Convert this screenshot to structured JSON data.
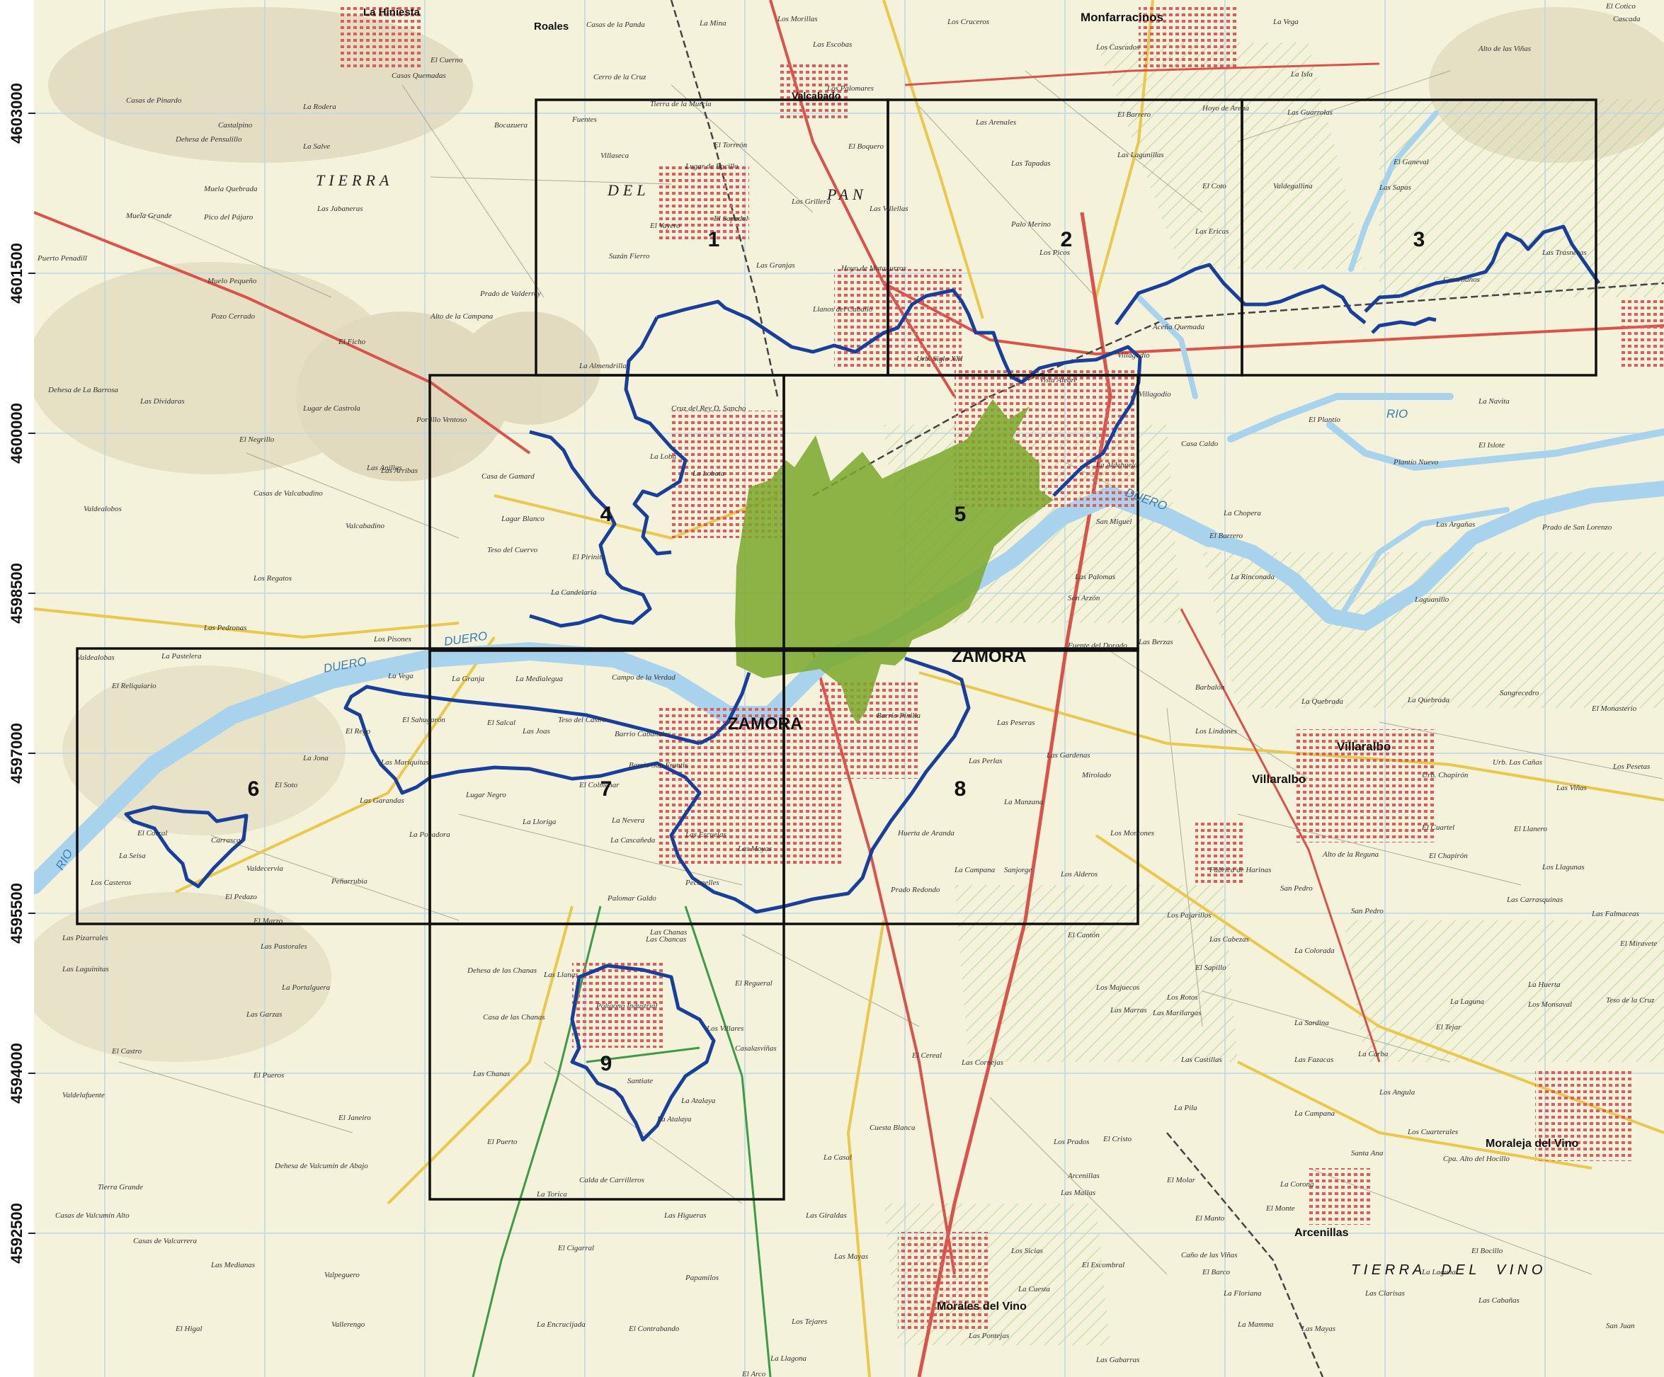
{
  "axis": {
    "y_ticks": [
      {
        "value": "4603000"
      },
      {
        "value": "4601500"
      },
      {
        "value": "4600000"
      },
      {
        "value": "4598500"
      },
      {
        "value": "4597000"
      },
      {
        "value": "4595500"
      },
      {
        "value": "4594000"
      },
      {
        "value": "4592500"
      }
    ]
  },
  "colors": {
    "base": "#f5f2dc",
    "grid": "#b8d8ea",
    "road_red": "#d9534a",
    "road_yellow": "#e9c84d",
    "river": "#a9d3ec",
    "urban": "#e25a5a",
    "boundary": "#1a3f9a",
    "urban_area_fill": "#7aa82b",
    "frame": "#111111"
  },
  "frames": [
    {
      "label": "1"
    },
    {
      "label": "2"
    },
    {
      "label": "3"
    },
    {
      "label": "4"
    },
    {
      "label": "5"
    },
    {
      "label": "6"
    },
    {
      "label": "7"
    },
    {
      "label": "8"
    },
    {
      "label": "9"
    }
  ],
  "places": {
    "la_hiniesta": "La Hiniesta",
    "roales": "Roales",
    "monfarracinos": "Monfarracinos",
    "valcabado": "Valcabado",
    "tierra": "TIERRA",
    "del": "DEL",
    "pan": "PAN",
    "zamora_1": "ZAMORA",
    "zamora_2": "ZAMORA",
    "villaralbo": "Villaralbo",
    "villaralbo_2": "Villaralbo",
    "moraleja": "Moraleja del Vino",
    "arcenillas": "Arcenillas",
    "morales": "Morales del Vino",
    "tierra_del_vino": "T I E R R A     D E L     V I N O",
    "duero_1": "DUERO",
    "duero_2": "DUERO",
    "duero_3": "DUERO",
    "rio_1": "RIO",
    "rio_2": "RIO",
    "carrascal": "Carrascal",
    "la_vega": "La Vega",
    "la_granja": "La Granja",
    "la_medialegua": "La Medialegua",
    "el_sapadal": "El Sapadal",
    "villaseca": "Villaseca",
    "el_torreon": "El Torreón",
    "los_grillera": "Los Grillera",
    "las_granjas": "Las Granjas",
    "las_villellas": "Las Villellas",
    "hoyo_mataburros": "Hoyo de Mataburros",
    "casas_quemadas": "Casas Quemadas",
    "la_salve": "La Salve",
    "dehesa_pensulillo": "Dehesa de Pensulillo",
    "muela_quebrada": "Muela Quebrada",
    "muela_grande": "Muela Grande",
    "pico_pajaro": "Pico del Pájaro",
    "las_jabaneras": "Las Jabaneras",
    "puerto_penadill": "Puerto Penadill",
    "muelo_pequeno": "Muelo Pequeño",
    "pozo_cerrado": "Pozo Cerrado",
    "el_ficho": "El Ficho",
    "alto_campana": "Alto de la Campana",
    "prado_valderrey": "Prado de Valderrey",
    "la_almendrilla": "La Almendrilla",
    "las_arenales": "Las Arenales",
    "las_tapadas": "Las Tapadas",
    "las_lagunillas": "Las Lagunillas",
    "el_coto": "El Coto",
    "las_ericas": "Las Ericas",
    "palo_merino": "Palo Merino",
    "los_picos": "Los Picos",
    "el_barrero": "El Barrero",
    "hoyo_arena": "Hoyo de Arena",
    "las_guarrolas": "Las Guarrolas",
    "el_ganeval": "El Ganeval",
    "valdegallina": "Valdegallina",
    "las_sapas": "Las Sapas",
    "castellanos": "Castellanos",
    "las_trasneras": "Las Trasneras",
    "la_vega_ne": "La Vega",
    "la_isla": "La Isla",
    "alto_vinas": "Alto de las Viñas",
    "cascada": "Cascada",
    "villagodio": "Villagodio",
    "acena_quemada": "Aceña Quemada",
    "vista_alegre": "Vista Alegre",
    "la_aldehuela": "La Aldehuela",
    "san_miguel": "San Miguel",
    "las_palomas": "Las Palomas",
    "son_arzon": "Son Arzón",
    "las_berzas": "Las Berzas",
    "fuente_dorado": "Fuente del Dorado",
    "casa_caldo": "Casa Caldo",
    "la_chopera": "La Chopera",
    "la_rinconada": "La Rinconada",
    "el_barrero_2": "El Barrero",
    "la_navita": "La Navita",
    "el_islote": "El Islote",
    "plantio_nuevo": "Plantío Nuevo",
    "las_arganas": "Las Argañas",
    "prado_san_lorenzo": "Prado de San Lorenzo",
    "laguanillo": "Laguanillo",
    "el_plantio": "El Plantío",
    "villagodio_2": "Villagodio",
    "barbalon": "Barbalón",
    "la_quebrada": "La Quebrada",
    "la_quebrada_2": "La Quebrada",
    "sangrecedro": "Sangrecedro",
    "el_monasterio": "El Monasterio",
    "los_lindones": "Los Lindones",
    "urb_chapiron": "Urb. Chapirón",
    "urb_las_canas": "Urb. Las Cañas",
    "los_pesetas": "Los Pesetas",
    "las_vinas": "Las Viñas",
    "el_cuartel": "El Cuartel",
    "el_llanero": "El Llanero",
    "alto_reguna": "Alto de la Reguna",
    "el_chapiron": "El Chapirón",
    "los_llagunas": "Los Llagunas",
    "san_pedro": "San Pedro",
    "san_pedro_2": "San Pedro",
    "las_carrasquinas": "Las Carrasquinas",
    "las_falmaceas": "Las Falmaceas",
    "el_miravete": "El Miravete",
    "la_laguna": "La Laguna",
    "la_huerta": "La Huerta",
    "los_monsaval": "Los Monsaval",
    "teso_cruz": "Teso de la Cruz",
    "el_tejar": "El Tejar",
    "las_fazacas": "Las Fazacas",
    "la_carba": "La Carba",
    "la_sardina": "La Sardina",
    "la_colorada": "La Colorada",
    "la_campana": "La Campana",
    "los_angula": "Los Angula",
    "los_cuarterales": "Los Cuarterales",
    "santa_ana": "Santa Ana",
    "cpa_alto_hocillo": "Cpa. Alto del Hocillo",
    "la_corona": "La Corona",
    "el_monte": "El Monte",
    "el_sapillo": "El Sapillo",
    "las_marilargas": "Las Marilargas",
    "las_marras": "Las Marras",
    "los_rotos": "Los Rotos",
    "los_majuecos": "Los Majuecos",
    "las_cabezas": "Las Cabezas",
    "las_castillas": "Las Castillas",
    "la_pila": "La Pila",
    "el_molar": "El Molar",
    "arcenillas_w": "Arcenillas",
    "el_escombral": "El Escombral",
    "el_manto": "El Manto",
    "las_mallas": "Las Mallas",
    "los_prados": "Los Prados",
    "el_cristo": "El Cristo",
    "los_sicias": "Los Sicias",
    "la_cuesta": "La Cuesta",
    "la_floriana": "La Floriana",
    "canos_vinas": "Caño de las Viñas",
    "el_barco": "El Barco",
    "la_mamma": "La Mamma",
    "las_mayas": "Las Mayas",
    "las_clarisas": "Las Clarisas",
    "el_bocillo": "El Bocillo",
    "la_laguna_s": "La Laguna",
    "las_cabanas": "Las Cabañas",
    "san_juan": "San Juan",
    "el_cereal": "El Cereal",
    "las_cornejas": "Las Cornejas",
    "cuesta_blanca": "Cuesta Blanca",
    "la_casal": "La Casal",
    "las_giraldas": "Las Giraldas",
    "las_mayas_s": "Las Mayas",
    "los_tejares": "Los Tejares",
    "la_llagona": "La Llagona",
    "las_higueras": "Las Higueras",
    "el_cigarral": "El Cigarral",
    "papamilos": "Papamilos",
    "la_encrucijada": "La Encrucijada",
    "el_contrabando": "El Contrabando",
    "el_arco": "El Arco",
    "las_pontejas": "Las Pontejas",
    "las_gabarras": "Las Gabarras",
    "la_torica": "La Torica",
    "calda_carrilleros": "Calda de Carrilleros",
    "el_puerto": "El Puerto",
    "las_chanas": "Las Chanas",
    "las_chanas_2": "Las Chanas",
    "dehesa_chanas": "Dehesa de las Chanas",
    "casa_chanas": "Casa de las Chanas",
    "santiate": "Santiate",
    "la_atalaya": "La Atalaya",
    "la_atalaya_2": "La Atalaya",
    "los_villares": "Los Villares",
    "casalasviñas": "Casalasviñas",
    "el_regueral": "El Regueral",
    "las_llanas": "Las Llanas",
    "poligono": "Polígono Industrial",
    "tierra_grande": "Tierra Grande",
    "casas_valcumin": "Casas de Valcumín Alto",
    "dehesa_valcumin": "Dehesa de Valcumín de Abajo",
    "casas_valcarrera": "Casas de Valcarrera",
    "las_medianas": "Las Medianas",
    "el_higal": "El Higal",
    "valpeguero": "Valpeguero",
    "vallerengo": "Vallerengo",
    "el_janeiro": "El Janeiro",
    "el_pueros": "El Pueros",
    "valdelafuente": "Valdelafuente",
    "el_castro": "El Castro",
    "las_garzas": "Las Garzas",
    "la_portalguera": "La Portalguera",
    "las_pastorales": "Las Pastorales",
    "las_laguinitas": "Las Laguinitas",
    "las_pizarrales": "Las Pizarrales",
    "el_marzo": "El Marzo",
    "el_pedazo": "El Pedazo",
    "penarrubia": "Peñarrubia",
    "la_pocadora": "La Pocadora",
    "valdecervia": "Valdecervia",
    "el_corral": "El Corral",
    "la_seisa": "La Seisa",
    "los_casteros": "Los Casteros",
    "el_soto": "El Soto",
    "la_jona": "La Jona",
    "las_garandas": "Las Garandas",
    "las_mariquitas": "Las Mariquitas",
    "el_sahugaron": "El Sahugarón",
    "el_rego": "El Rego",
    "el_salcal": "El Salcal",
    "las_joas": "Las Joas",
    "teso_castro": "Teso del Castro",
    "lugar_negro": "Lugar Negro",
    "la_lloriga": "La Lloriga",
    "el_colmenar": "El Colmenar",
    "la_nevera": "La Nevera",
    "la_cascanada": "La Cascañeda",
    "las_escuelas": "Las Escuelas",
    "las_moyas": "Las Moyas",
    "peconelles": "Peconelles",
    "palomar_galdo": "Palomar Galdo",
    "las_chancas": "Las Chancas",
    "barrio_cabanales": "Barrio Cabañales",
    "barrio_san_frontis": "Barrio San Frontis",
    "barrio_pinilla": "Barrio Pinilla",
    "campo_verdad": "Campo de la Verdad",
    "las_peseras": "Las Peseras",
    "las_perlas": "Las Perlas",
    "las_gardenas": "Las Gardenas",
    "mirolado": "Mirolado",
    "la_manzana": "La Manzana",
    "los_montones": "Los Montones",
    "los_alderos": "Los Alderos",
    "sanjorge": "Sanjorge",
    "la_campana_s": "La Campana",
    "prado_redondo": "Prado Redondo",
    "huerta_aranda": "Huerta de Aranda",
    "fabrica_harinas": "Fábrica de Harinas",
    "los_pajarillos": "Los Pajarillos",
    "el_canton": "El Cantón",
    "la_loba": "La Loba",
    "la_lobata": "La Lobata",
    "teso_cuervo": "Teso del Cuervo",
    "el_pirinito": "El Pirinito",
    "la_candelaria": "La Candelaria",
    "lagar_blanco": "Lagar Blanco",
    "casa_gamard": "Casa de Gamard",
    "cruz_rey": "Cruz del Rey D. Sancho",
    "portillo_ventoso": "Portillo Ventoso",
    "las_arribas": "Las Arribas",
    "lugar_castrola": "Lugar de Castrola",
    "el_negrillo": "El Negrillo",
    "las_anillas": "Las Anillas",
    "valcabadino": "Valcabadino",
    "los_regatos": "Los Regatos",
    "valdealobos": "Valdealobos",
    "las_pedronas": "Las Pedronas",
    "los_pisones": "Los Pisones",
    "casa_valcabadino": "Casas de Valcabadino",
    "la_pastelera": "La Pastelera",
    "valdealobas": "Valdealobas",
    "el_reliquiario": "El Reliquiario",
    "dehesa_barrosa": "Dehesa de La Barrosa",
    "las_dividaras": "Las Dividaras",
    "la_rodera": "La Rodera",
    "castalpino": "Castalpino",
    "casas_pinardo": "Casas de Pinardo",
    "el_cuerno": "El Cuerno",
    "bocazuera": "Bocazuera",
    "urb_siglo_xxi": "Urb. Siglo XXI",
    "casa_la_panda": "Casas de la Panda",
    "cerro_cruz": "Cerro de la Cruz",
    "la_mina": "La Mina",
    "las_escobas": "Las Escobas",
    "los_palomares": "Los Palomares",
    "los_morillas": "Los Morillas",
    "los_cruceros": "Los Cruceros",
    "los_cascados": "Los Cascados",
    "el_cotico": "El Cotico",
    "fuentes": "Fuentes",
    "tierra_murcia": "Tierra de la Murcia",
    "lugar_bocillo": "Lugar de Bocillo",
    "el_boquero": "El Boquero",
    "el_vayero": "El Vayero",
    "suzan_fierro": "Suzán Fierro",
    "llanos_caballo": "Llanos del Caballo"
  }
}
